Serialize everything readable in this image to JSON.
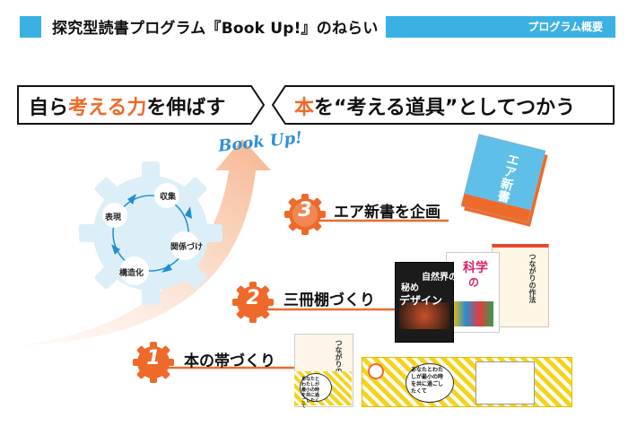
{
  "header": {
    "title": "探究型読書プログラム『Book Up!』のねらい",
    "tag": "プログラム概要"
  },
  "banner": {
    "left": {
      "pre": "自ら",
      "highlight": "考える力",
      "post": "を伸ばす"
    },
    "right": {
      "highlight": "本",
      "post": "を“考える道具”としてつかう"
    }
  },
  "logo_text": "Book Up!",
  "cycle": [
    "収集",
    "関係づけ",
    "構造化",
    "表現"
  ],
  "steps": [
    {
      "number": "1",
      "label": "本の帯づくり"
    },
    {
      "number": "2",
      "label": "三冊棚づくり"
    },
    {
      "number": "3",
      "label": "エア新書を企画"
    }
  ],
  "books": {
    "air_shinsho": "エア新書",
    "nature_design_1": "自然界の",
    "nature_design_2": "秘め",
    "nature_design_3": "デザイン",
    "science_1": "科学",
    "science_2": "の",
    "tsumiki": "つながりの作法",
    "obi_text": "あなたとわたしが最小の時を共に過ごしたくて"
  },
  "colors": {
    "accent_blue": "#3bb1e3",
    "accent_orange": "#ee6a2b",
    "gear": "#dceff9"
  }
}
